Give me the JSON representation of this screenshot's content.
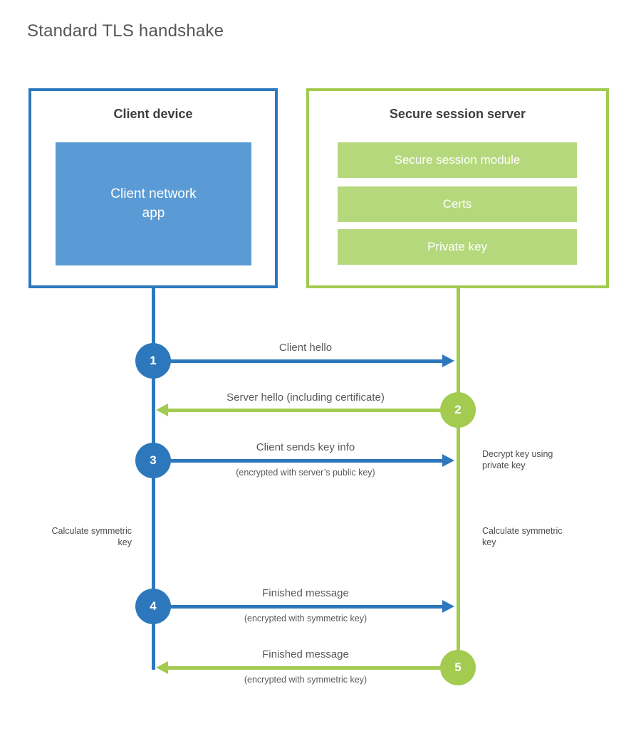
{
  "title": "Standard TLS handshake",
  "colors": {
    "blue": "#2d78bc",
    "blue_fill": "#5b9bd5",
    "green": "#a2cb50",
    "green_fill": "#b5d87d",
    "heading_text": "#3d3e40",
    "label_text": "#58595b"
  },
  "client": {
    "title": "Client device",
    "app_label": "Client network\napp"
  },
  "server": {
    "title": "Secure session server",
    "modules": [
      "Secure session module",
      "Certs",
      "Private key"
    ]
  },
  "steps": [
    {
      "number": "1",
      "label": "Client hello",
      "sublabel": "",
      "direction": "client-to-server"
    },
    {
      "number": "2",
      "label": "Server hello (including certificate)",
      "sublabel": "",
      "direction": "server-to-client"
    },
    {
      "number": "3",
      "label": "Client sends key info",
      "sublabel": "(encrypted with server’s public key)",
      "direction": "client-to-server"
    },
    {
      "number": "4",
      "label": "Finished message",
      "sublabel": "(encrypted with symmetric key)",
      "direction": "client-to-server"
    },
    {
      "number": "5",
      "label": "Finished message",
      "sublabel": "(encrypted with symmetric key)",
      "direction": "server-to-client"
    }
  ],
  "annotations": {
    "decrypt": "Decrypt key using private key",
    "calculate_left": "Calculate symmetric key",
    "calculate_right": "Calculate symmetric key"
  }
}
